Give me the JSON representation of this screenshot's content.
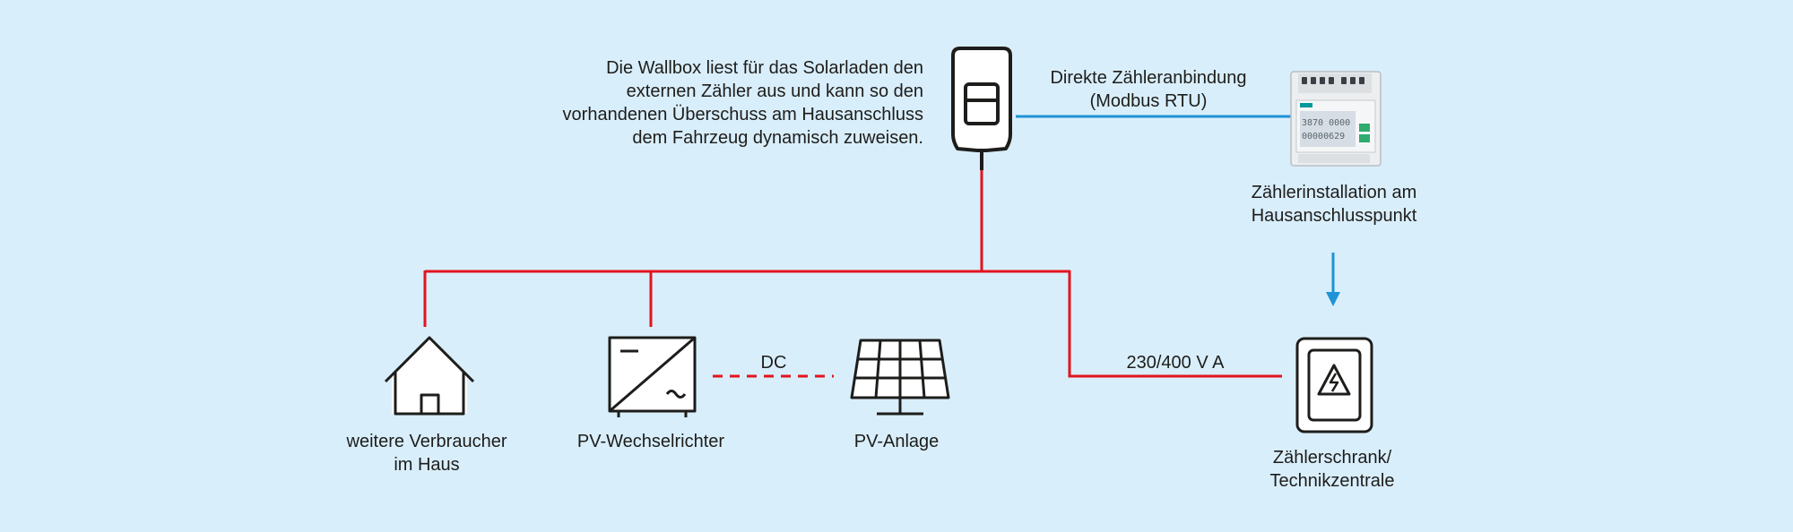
{
  "colors": {
    "background": "#d9eefb",
    "ac_line": "#e3141c",
    "data_line": "#1e93d6",
    "icon_stroke": "#1d1d1b"
  },
  "intro_text": {
    "line1": "Die Wallbox liest für das Solarladen den",
    "line2": "externen Zähler aus und kann so den",
    "line3": "vorhandenen Überschuss am Hausanschluss",
    "line4": "dem Fahrzeug dynamisch zuweisen."
  },
  "meter_connection": {
    "line1": "Direkte Zähleranbindung",
    "line2": "(Modbus RTU)"
  },
  "meter_install": {
    "line1": "Zählerinstallation am",
    "line2": "Hausanschlusspunkt"
  },
  "meter_display": {
    "row1": "3870 0000",
    "row2": "00000629"
  },
  "dc_label": "DC",
  "voltage_label": "230/400 V A",
  "house": {
    "line1": "weitere Verbraucher",
    "line2": "im Haus"
  },
  "inverter": {
    "label": "PV-Wechselrichter"
  },
  "pv_system": {
    "label": "PV-Anlage"
  },
  "cabinet": {
    "line1": "Zählerschrank/",
    "line2": "Technikzentrale"
  },
  "icons": [
    "wallbox-icon",
    "energy-meter-icon",
    "house-icon",
    "inverter-icon",
    "solar-panel-icon",
    "meter-cabinet-icon",
    "arrow-down-icon"
  ]
}
